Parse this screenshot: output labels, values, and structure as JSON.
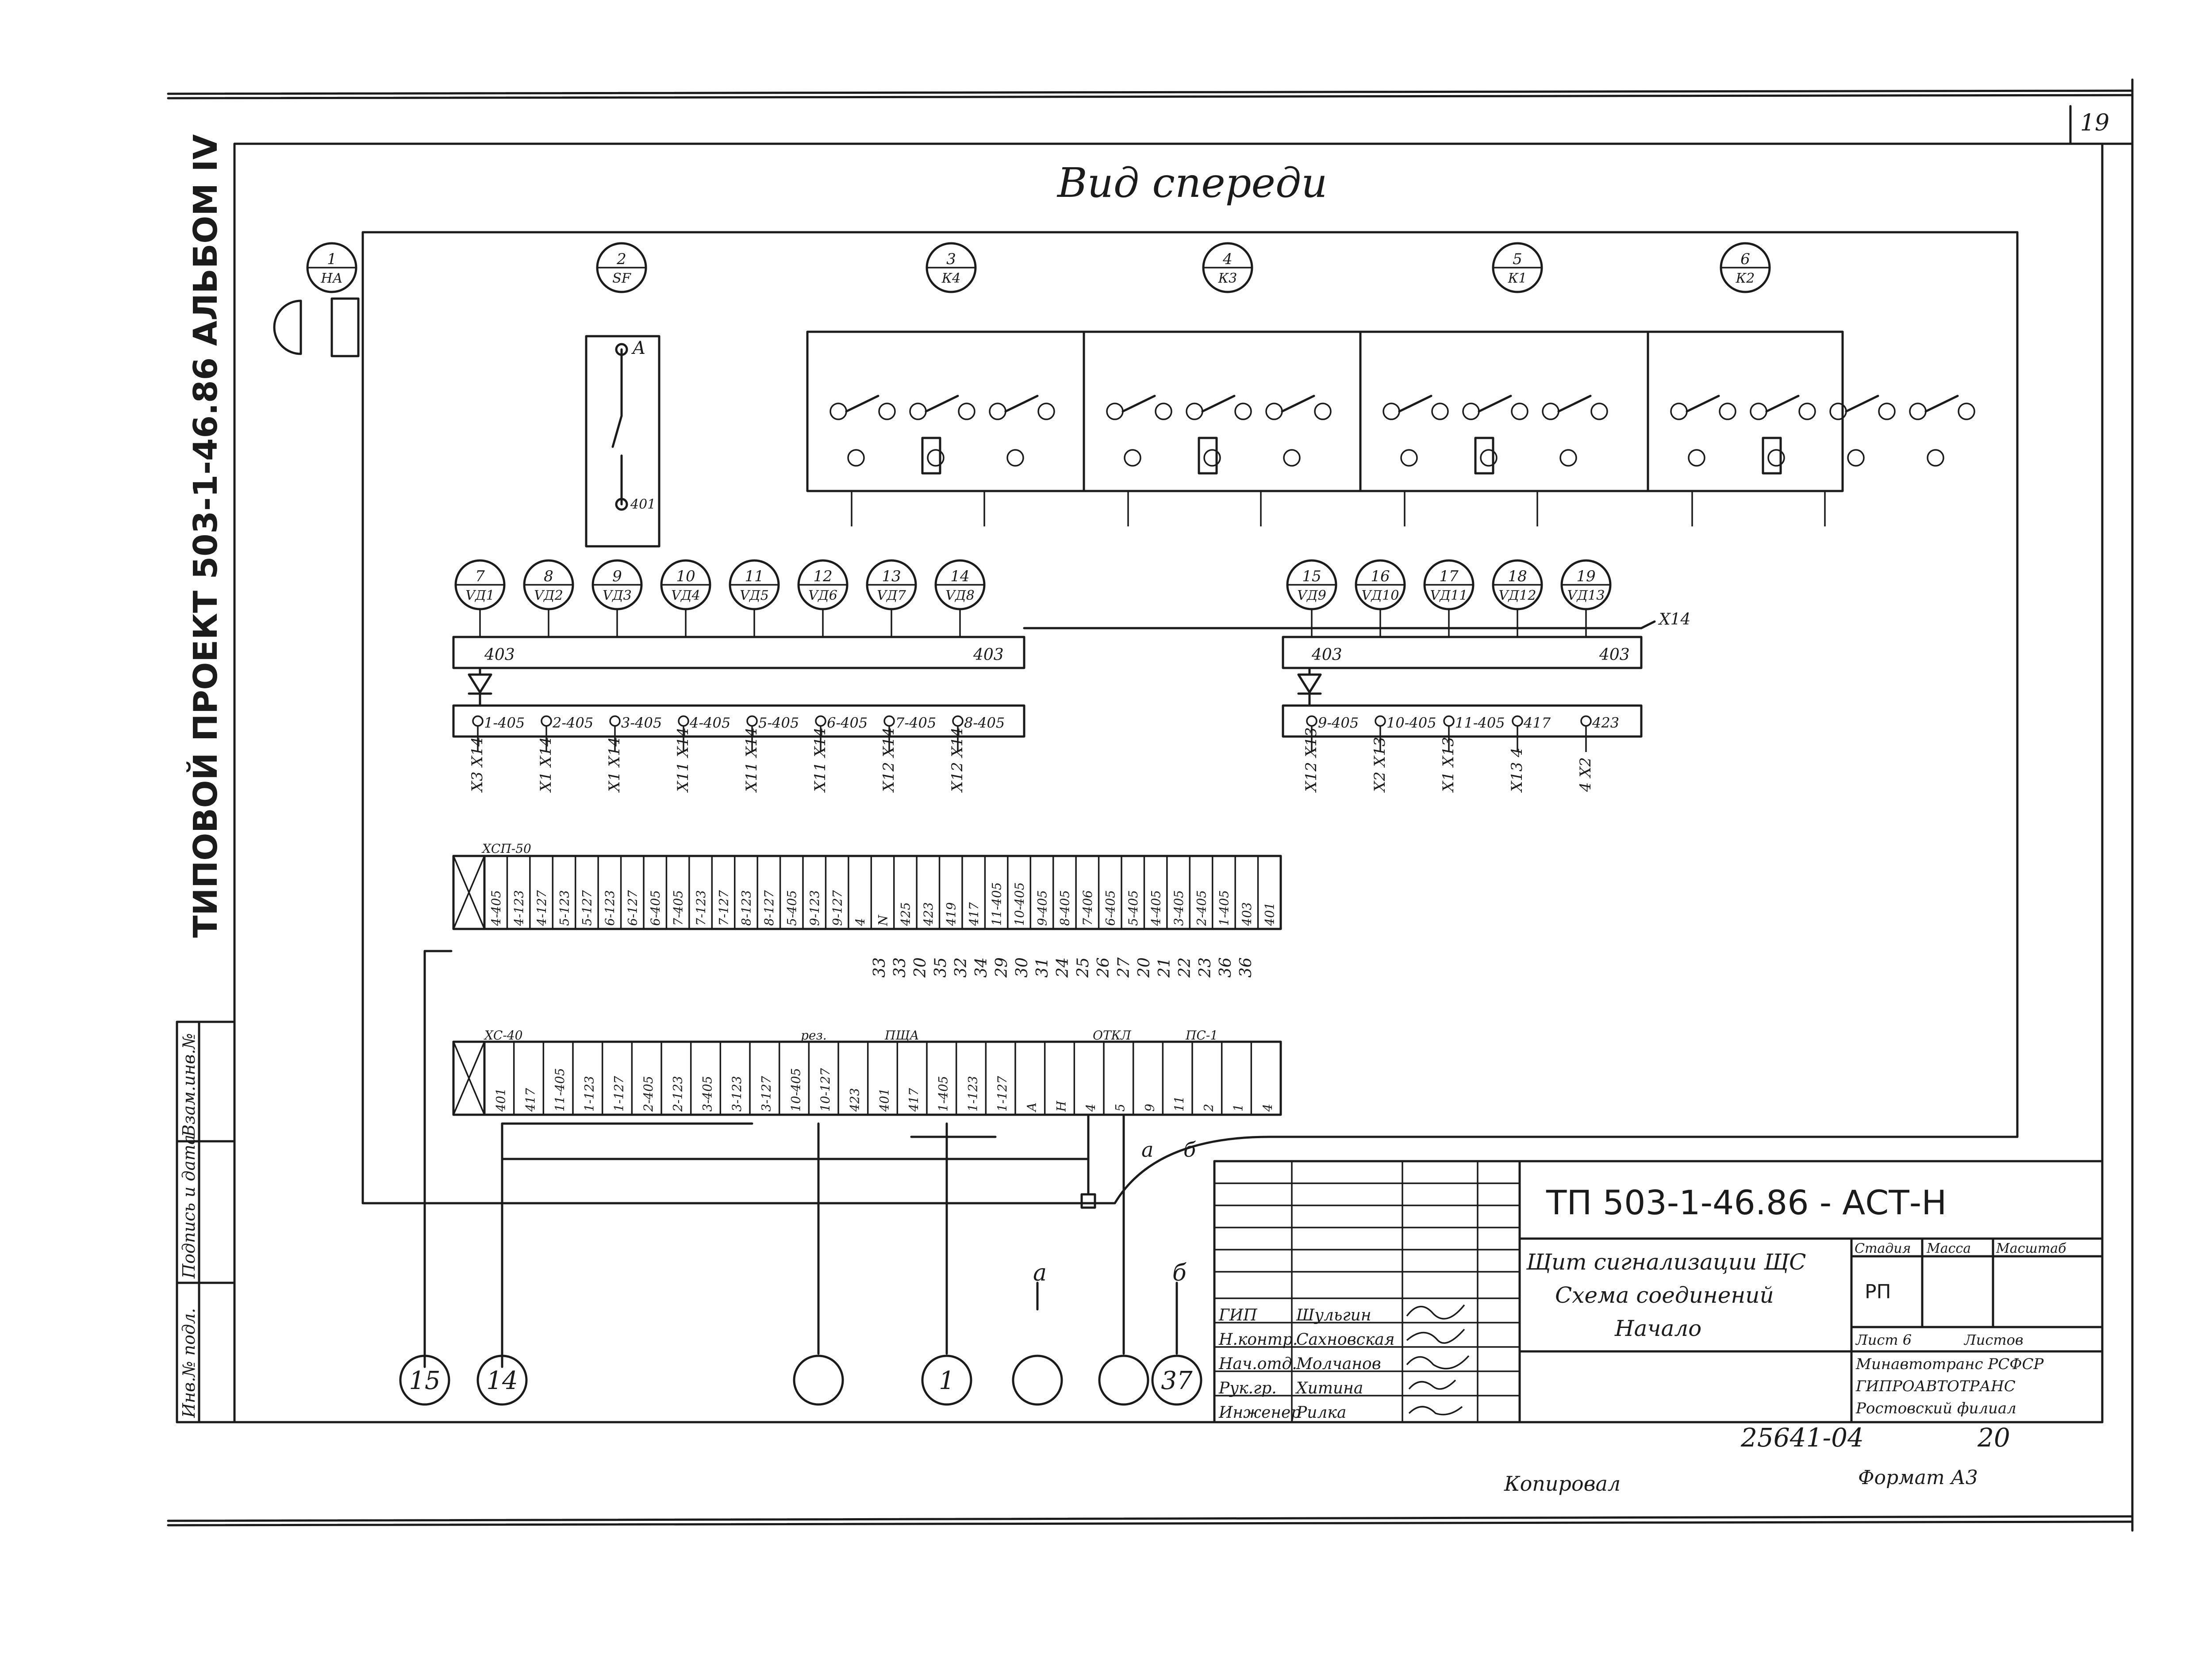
{
  "sheet": {
    "page_number": "19",
    "view_title": "Вид спереди",
    "side_stamp": "ТИПОВОЙ ПРОЕКТ 503-1-46.86 АЛЬБОМ IV",
    "left_strip": [
      "Инв.№ подл.",
      "Подпись и дата",
      "Взам.инв.№"
    ],
    "copied_label": "Копировал",
    "format_label": "Формат А3",
    "archive_no": "25641-04",
    "archive_sheet": "20"
  },
  "title_block": {
    "designation": "ТП 503-1-46.86 - АСТ-Н",
    "title_lines": [
      "Щит сигнализации ЩС",
      "Схема соединений",
      "Начало"
    ],
    "stage_header": "Стадия",
    "mass_header": "Масса",
    "scale_header": "Масштаб",
    "stage_value": "РП",
    "sheet_label": "Лист 6",
    "sheets_label": "Листов",
    "org_lines": [
      "Минавтотранс РСФСР",
      "ГИПРОАВТОТРАНС",
      "Ростовский филиал"
    ],
    "roles": [
      "ГИП",
      "Н.контр.",
      "Нач.отд.",
      "Рук.гр.",
      "Инженер"
    ],
    "names": [
      "Шульгин",
      "Сахновская",
      "Молчанов",
      "Хитина",
      "Рилка"
    ]
  },
  "devices_top": [
    {
      "num": "1",
      "code": "НА"
    },
    {
      "num": "2",
      "code": "SF"
    },
    {
      "num": "3",
      "code": "К4"
    },
    {
      "num": "4",
      "code": "К3"
    },
    {
      "num": "5",
      "code": "К1"
    },
    {
      "num": "6",
      "code": "К2"
    }
  ],
  "diodes_left": [
    {
      "num": "7",
      "code": "VД1"
    },
    {
      "num": "8",
      "code": "VД2"
    },
    {
      "num": "9",
      "code": "VД3"
    },
    {
      "num": "10",
      "code": "VД4"
    },
    {
      "num": "11",
      "code": "VД5"
    },
    {
      "num": "12",
      "code": "VД6"
    },
    {
      "num": "13",
      "code": "VД7"
    },
    {
      "num": "14",
      "code": "VД8"
    }
  ],
  "diodes_right": [
    {
      "num": "15",
      "code": "VД9"
    },
    {
      "num": "16",
      "code": "VД10"
    },
    {
      "num": "17",
      "code": "VД11"
    },
    {
      "num": "18",
      "code": "VД12"
    },
    {
      "num": "19",
      "code": "VД13"
    }
  ],
  "bus_labels": {
    "left_bus": "403",
    "right_bus": "403",
    "x14_tag": "Х14"
  },
  "diode_outputs_left": [
    "1-405",
    "2-405",
    "3-405",
    "4-405",
    "5-405",
    "6-405",
    "7-405",
    "8-405"
  ],
  "diode_outputs_right": [
    "9-405",
    "10-405",
    "11-405",
    "417",
    "423"
  ],
  "outputs_x_left": [
    "Х3 Х14",
    "Х1 Х14",
    "Х1 Х14",
    "Х11 Х14",
    "Х11 Х14",
    "Х11 Х14",
    "Х12 Х14",
    "Х12 Х14"
  ],
  "outputs_x_right": [
    "Х12 Х13",
    "Х2 Х13",
    "Х1 Х13",
    "Х13 4",
    "4 Х2"
  ],
  "terminal_upper": [
    "4-405",
    "4-123",
    "4-127",
    "5-123",
    "5-127",
    "6-123",
    "6-127",
    "6-405",
    "7-405",
    "7-123",
    "7-127",
    "8-123",
    "8-127",
    "5-405",
    "9-123",
    "9-127",
    "4",
    "N",
    "425",
    "423",
    "419",
    "417",
    "11-405",
    "10-405",
    "9-405",
    "8-405",
    "7-406",
    "6-405",
    "5-405",
    "4-405",
    "3-405",
    "2-405",
    "1-405",
    "403",
    "401"
  ],
  "upper_numbers": [
    "33",
    "33",
    "20",
    "35",
    "32",
    "34",
    "29",
    "30",
    "31",
    "24",
    "25",
    "26",
    "27",
    "20",
    "21",
    "22",
    "23",
    "36",
    "36"
  ],
  "terminal_lower": [
    "401",
    "417",
    "11-405",
    "1-123",
    "1-127",
    "2-405",
    "2-123",
    "3-405",
    "3-123",
    "3-127",
    "10-405",
    "10-127",
    "423",
    "401",
    "417",
    "1-405",
    "1-123",
    "1-127",
    "А",
    "Н",
    "4",
    "5",
    "9",
    "11",
    "2",
    "1",
    "4"
  ],
  "terminal_tags": {
    "upper": "ХСП-50",
    "lower_a": "ХС-40",
    "lower_b": "ПЩА",
    "lower_c": "ОТКЛ",
    "lower_d": "ПС-1",
    "reserve": "рез."
  },
  "bottom_connectors": [
    "15",
    "14",
    "",
    "1",
    "",
    "",
    "37"
  ],
  "bottom_letters": [
    "а",
    "б"
  ],
  "colors": {
    "ink": "#1b1b1b",
    "paper": "#ffffff"
  }
}
